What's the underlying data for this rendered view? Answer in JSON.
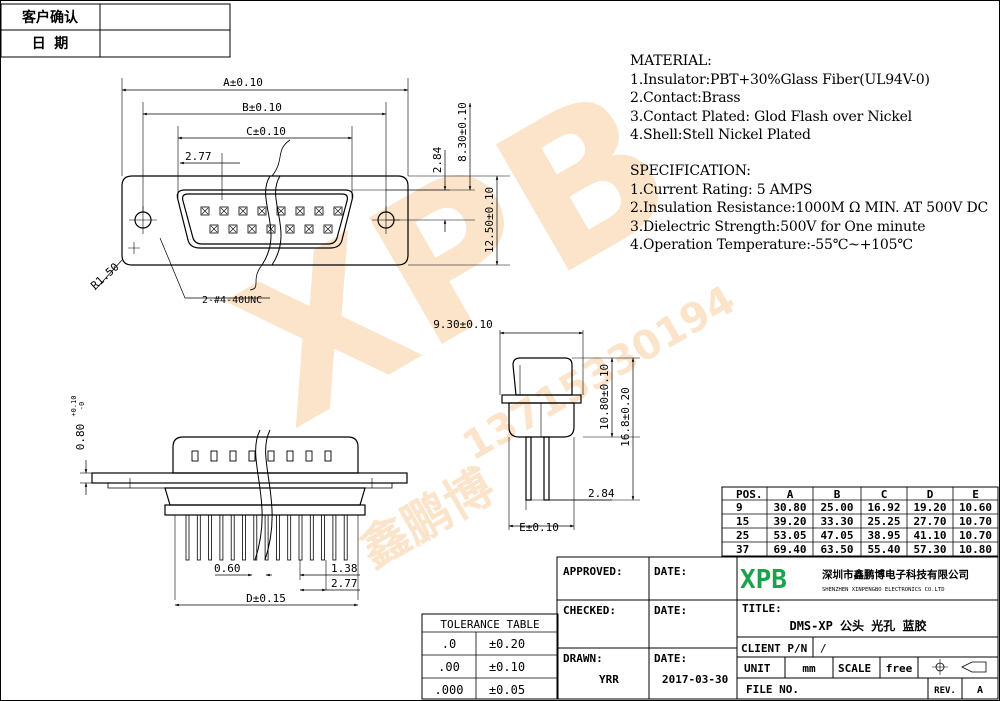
{
  "header_box": {
    "row1_label": "客户确认",
    "row2_label": "日 期"
  },
  "material": {
    "heading": "MATERIAL:",
    "items": [
      "1.Insulator:PBT+30%Glass Fiber(UL94V-0)",
      "2.Contact:Brass",
      "3.Contact Plated: Glod Flash over Nickel",
      "4.Shell:Stell Nickel Plated"
    ]
  },
  "specification": {
    "heading": "SPECIFICATION:",
    "items": [
      "1.Current Rating: 5 AMPS",
      "2.Insulation Resistance:1000M Ω MIN. AT 500V DC",
      "3.Dielectric Strength:500V for One minute",
      "4.Operation Temperature:-55℃~+105℃"
    ]
  },
  "dims": {
    "a": "A±0.10",
    "b": "B±0.10",
    "c": "C±0.10",
    "pitch": "2.77",
    "h284": "2.84",
    "h830": "8.30±0.10",
    "h1250": "12.50±0.10",
    "radius": "R1.50",
    "thread": "2-#4-40UNC",
    "side_w": "9.30±0.10",
    "side_h1080": "10.80±0.10",
    "side_h168": "16.8±0.20",
    "side_284": "2.84",
    "e": "E±0.10",
    "front_080": "0.80",
    "front_tol_plus": "+0.10",
    "front_tol_minus": "-0",
    "front_060": "0.60",
    "front_138": "1.38",
    "front_277": "2.77",
    "d": "D±0.15"
  },
  "pos_table": {
    "headers": [
      "POS.",
      "A",
      "B",
      "C",
      "D",
      "E"
    ],
    "rows": [
      [
        "9",
        "30.80",
        "25.00",
        "16.92",
        "19.20",
        "10.60"
      ],
      [
        "15",
        "39.20",
        "33.30",
        "25.25",
        "27.70",
        "10.70"
      ],
      [
        "25",
        "53.05",
        "47.05",
        "38.95",
        "41.10",
        "10.70"
      ],
      [
        "37",
        "69.40",
        "63.50",
        "55.40",
        "57.30",
        "10.80"
      ]
    ]
  },
  "tolerance": {
    "title": "TOLERANCE TABLE",
    "rows": [
      [
        ".0",
        "±0.20"
      ],
      [
        ".00",
        "±0.10"
      ],
      [
        ".000",
        "±0.05"
      ]
    ]
  },
  "title_block": {
    "approved": "APPROVED:",
    "date1": "DATE:",
    "checked": "CHECKED:",
    "date2": "DATE:",
    "drawn": "DRAWN:",
    "drawn_by": "YRR",
    "date3": "DATE:",
    "date_value": "2017-03-30",
    "logo": "XPB",
    "company_cn": "深圳市鑫鹏博电子科技有限公司",
    "company_en": "SHENZHEN XINPENGBO ELECTRONICS CO.LTD",
    "title_label": "TITLE:",
    "title_value": "DMS-XP 公头 光孔 蓝胶",
    "client_label": "CLIENT P/N",
    "client_value": "/",
    "unit_label": "UNIT",
    "unit_value": "mm",
    "scale_label": "SCALE",
    "scale_value": "free",
    "file_label": "FILE NO.",
    "rev_label": "REV.",
    "rev_value": "A"
  },
  "watermark": {
    "brand": "XPB",
    "phone": "13715330194",
    "name": "鑫鹏博"
  }
}
